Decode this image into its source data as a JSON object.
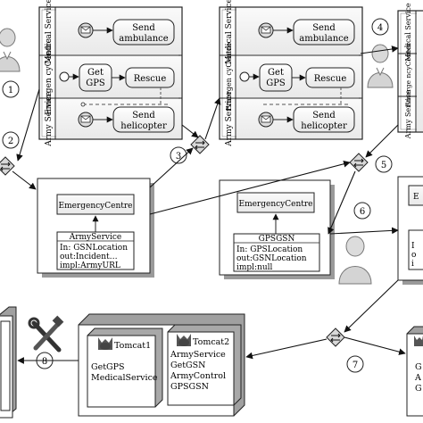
{
  "pool1": {
    "lanes": [
      "Medical Service",
      "Emergen cyCentre",
      "Army Service"
    ],
    "tasks": {
      "send_ambulance": [
        "Send",
        "ambulance"
      ],
      "get_gps": [
        "Get",
        "GPS"
      ],
      "rescue": "Rescue",
      "send_helicopter": [
        "Send",
        "helicopter"
      ]
    }
  },
  "pool2": {
    "lanes": [
      "Medical Service",
      "Emergen cyCentre",
      "Army Service"
    ],
    "tasks": {
      "send_ambulance": [
        "Send",
        "ambulance"
      ],
      "get_gps": [
        "Get",
        "GPS"
      ],
      "rescue": "Rescue",
      "send_helicopter": [
        "Send",
        "helicopter"
      ]
    }
  },
  "pool3": {
    "lanes": [
      "Medical Service",
      "Emerge ncyCenter",
      "Army Service"
    ]
  },
  "step_numbers": [
    "1",
    "2",
    "3",
    "4",
    "5",
    "6",
    "7",
    "8"
  ],
  "model1": {
    "top_class": "EmergencyCentre",
    "bottom_class": "ArmyService",
    "attrs": [
      "In: GSNLocation",
      "out:Incident…",
      "impl:ArmyURL"
    ]
  },
  "model2": {
    "top_class": "EmergencyCentre",
    "bottom_class": "GPSGSN",
    "attrs": [
      "In: GPSLocation",
      "out:GSNLocation",
      "impl:null"
    ]
  },
  "model3": {
    "top_class_partial": "E",
    "attrs_partial": [
      "I",
      "o",
      "i"
    ]
  },
  "tomcat1": {
    "name": "Tomcat1",
    "services": [
      "GetGPS",
      "MedicalService"
    ]
  },
  "tomcat2": {
    "name": "Tomcat2",
    "services": [
      "ArmyService",
      "GetGSN",
      "ArmyControl",
      "GPSGSN"
    ]
  },
  "tomcat3": {
    "services_partial": [
      "G",
      "A",
      "G"
    ]
  },
  "colors": {
    "lane_fill": "#f4f4f4",
    "task_fill": "#ffffff",
    "stroke": "#222222",
    "node_shadow": "#9a9a9a",
    "gateway_fill": "#d8d8d8"
  }
}
